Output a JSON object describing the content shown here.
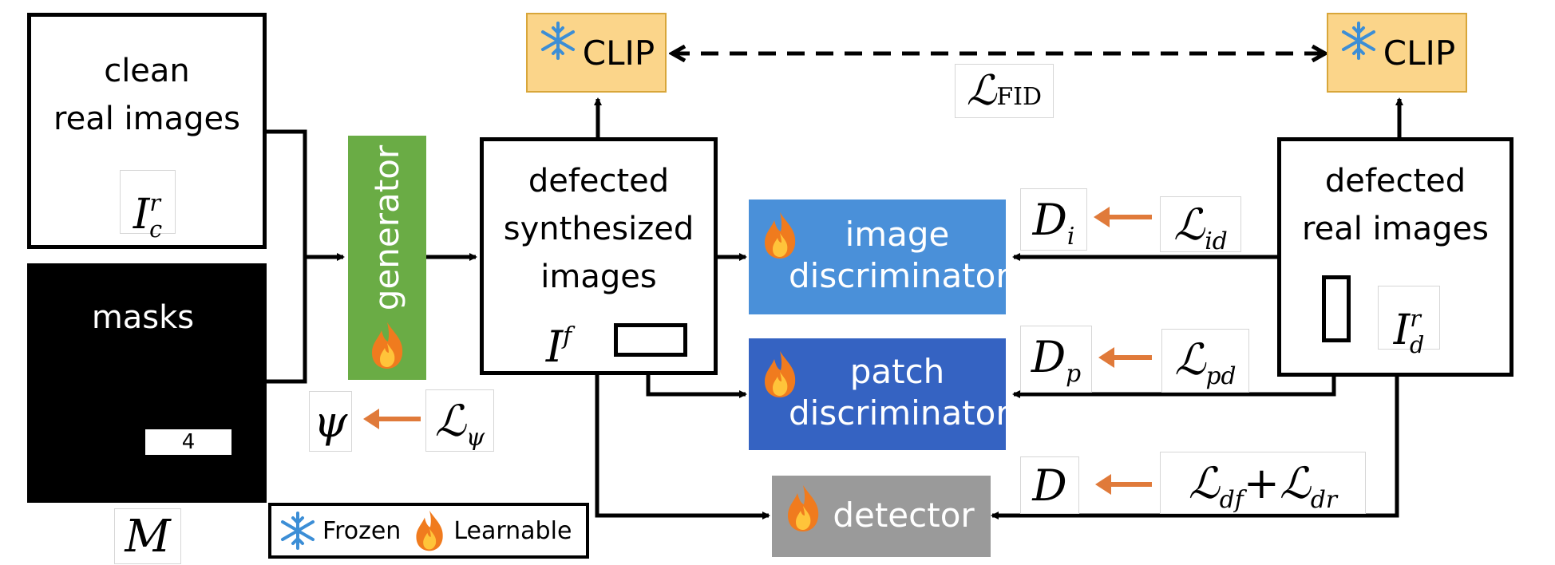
{
  "inputs": {
    "clean_real_images": "clean\nreal images",
    "clean_symbol": "I",
    "clean_sup": "r",
    "clean_sub": "c",
    "masks": "masks",
    "mask_value": "4",
    "mask_symbol": "M"
  },
  "generator": {
    "label": "generator"
  },
  "psi_loss": {
    "param": "ψ",
    "loss": "ℒ",
    "loss_sub": "ψ"
  },
  "synth": {
    "label": "defected\nsynthesized\nimages",
    "symbol": "I",
    "sup": "f"
  },
  "real": {
    "label": "defected\nreal images",
    "symbol": "I",
    "sup": "r",
    "sub": "d"
  },
  "clip": {
    "left": "CLIP",
    "right": "CLIP"
  },
  "fid_loss": {
    "symbol": "ℒ",
    "sub": "FID"
  },
  "image_disc": {
    "label": "image\ndiscriminator",
    "D": "D",
    "D_sub": "i",
    "loss": "ℒ",
    "loss_sub": "id"
  },
  "patch_disc": {
    "label": "patch\ndiscriminator",
    "D": "D",
    "D_sub": "p",
    "loss": "ℒ",
    "loss_sub": "pd"
  },
  "detector": {
    "label": "detector",
    "D": "D",
    "loss1": "ℒ",
    "loss1_sub": "df",
    "plus": "+",
    "loss2": "ℒ",
    "loss2_sub": "dr"
  },
  "legend": {
    "frozen": "Frozen",
    "learnable": "Learnable"
  },
  "colors": {
    "generator": "#6aac45",
    "image_disc": "#4a90d9",
    "patch_disc": "#3563c2",
    "detector": "#9a9a9a",
    "clip": "#fbd58a",
    "arrow_orange": "#e07a3a",
    "snowflake": "#3c8ed6",
    "flame": "#f07b1e"
  }
}
